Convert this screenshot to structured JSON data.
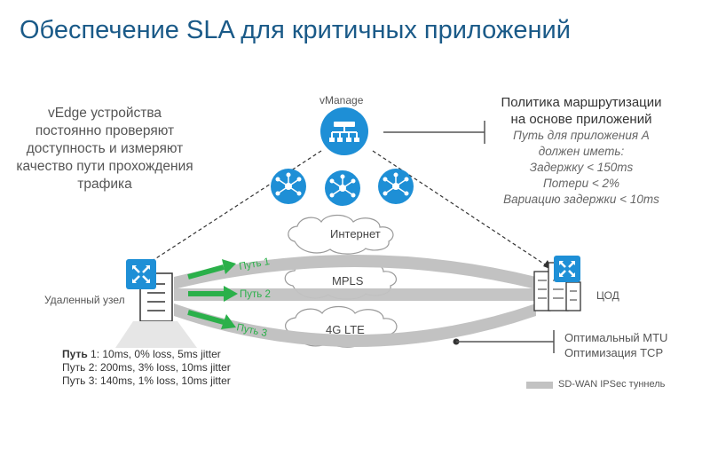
{
  "title": "Обеспечение SLA для критичных приложений",
  "description": "vEdge устройства постоянно проверяют доступность и измеряют качество пути прохождения трафика",
  "vmanage_label": "vManage",
  "policy": {
    "heading_line1": "Политика маршрутизации",
    "heading_line2": "на основе приложений",
    "lines": [
      "Путь для приложения А",
      "должен иметь:",
      "Задержку < 150ms",
      "Потери < 2%",
      "Вариацию задержки < 10ms"
    ]
  },
  "clouds": {
    "internet": "Интернет",
    "mpls": "MPLS",
    "lte": "4G LTE"
  },
  "path_labels": [
    "Путь 1",
    "Путь 2",
    "Путь 3"
  ],
  "remote_site_label": "Удаленный узел",
  "dc_label": "ЦОД",
  "path_stats": [
    {
      "name": "Путь",
      "rest": " 1: 10ms, 0% loss, 5ms jitter"
    },
    {
      "name": "",
      "rest": "Путь 2: 200ms, 3% loss, 10ms jitter"
    },
    {
      "name": "",
      "rest": "Путь 3: 140ms, 1% loss, 10ms jitter"
    }
  ],
  "optimizations": [
    "Оптимальный MTU",
    "Оптимизация TCP"
  ],
  "legend": "SD-WAN IPSec туннель",
  "colors": {
    "title": "#1a5a88",
    "device_blue": "#1e8fd6",
    "tunnel": "#c2c2c2",
    "arrow_green": "#2bb04a"
  }
}
